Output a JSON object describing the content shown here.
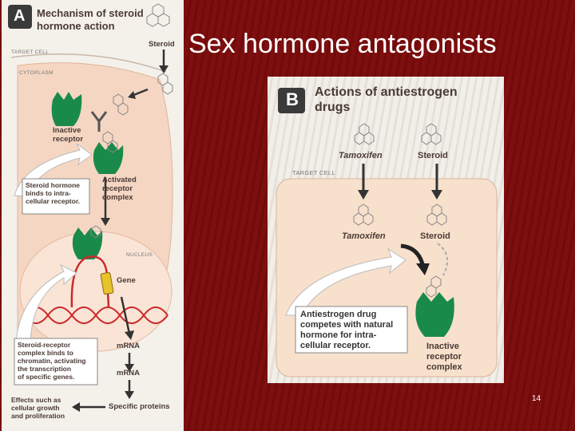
{
  "slide": {
    "title": "Sex hormone antagonists",
    "page_number": "14",
    "colors": {
      "background": "#7a0a0a",
      "receptor": "#1a8a4a",
      "dna": "#cc2a2a",
      "gene": "#e8c22a",
      "panel": "#f4f0ea"
    }
  },
  "panel_a": {
    "badge": "A",
    "title": "Mechanism of steroid",
    "title_line2": "hormone action",
    "target_cell": "TARGET CELL",
    "cytoplasm": "CYTOPLASM",
    "steroid": "Steroid",
    "inactive_receptor_1": "Inactive",
    "inactive_receptor_2": "receptor",
    "activated_1": "Activated",
    "activated_2": "receptor",
    "activated_3": "complex",
    "binds_1": "Steroid hormone",
    "binds_2": "binds to intra-",
    "binds_3": "cellular receptor.",
    "nucleus": "NUCLEUS",
    "gene": "Gene",
    "complex_1": "Steroid-receptor",
    "complex_2": "complex binds to",
    "complex_3": "chromatin, activating",
    "complex_4": "the transcription",
    "complex_5": "of specific genes.",
    "mrna_1": "mRNA",
    "mrna_2": "mRNA",
    "effects_1": "Effects such as",
    "effects_2": "cellular growth",
    "effects_3": "and proliferation",
    "proteins": "Specific proteins"
  },
  "panel_b": {
    "badge": "B",
    "title": "Actions of antiestrogen",
    "title_line2": "drugs",
    "tamoxifen_top": "Tamoxifen",
    "steroid_top": "Steroid",
    "target_cell": "TARGET CELL",
    "tamoxifen_inner": "Tamoxifen",
    "steroid_inner": "Steroid",
    "compete_1": "Antiestrogen drug",
    "compete_2": "competes with natural",
    "compete_3": "hormone for intra-",
    "compete_4": "cellular receptor.",
    "inactive_1": "Inactive",
    "inactive_2": "receptor",
    "inactive_3": "complex"
  }
}
